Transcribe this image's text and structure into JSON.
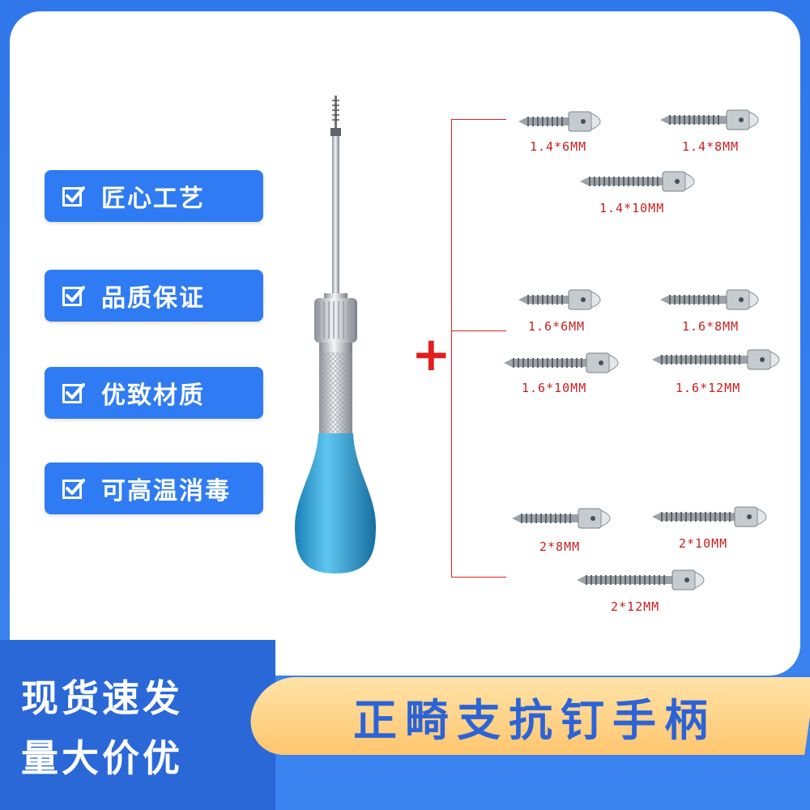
{
  "features": [
    {
      "label": "匠心工艺",
      "icon": "check-icon"
    },
    {
      "label": "品质保证",
      "icon": "check-icon"
    },
    {
      "label": "优致材质",
      "icon": "check-icon"
    },
    {
      "label": "可高温消毒",
      "icon": "check-icon"
    }
  ],
  "screws": [
    {
      "label": "1.4*6MM"
    },
    {
      "label": "1.4*8MM"
    },
    {
      "label": "1.4*10MM"
    },
    {
      "label": "1.6*6MM"
    },
    {
      "label": "1.6*8MM"
    },
    {
      "label": "1.6*10MM"
    },
    {
      "label": "1.6*12MM"
    },
    {
      "label": "2*8MM"
    },
    {
      "label": "2*10MM"
    },
    {
      "label": "2*12MM"
    }
  ],
  "plus_sign": "+",
  "bottom_left": {
    "line1": "现货速发",
    "line2": "量大价优"
  },
  "title": "正畸支抗钉手柄",
  "colors": {
    "brand_blue": "#2f7bf3",
    "accent_red": "#e31c1c",
    "title_gold": "#ffc56e",
    "handle_blue": "#2aa6d8"
  }
}
